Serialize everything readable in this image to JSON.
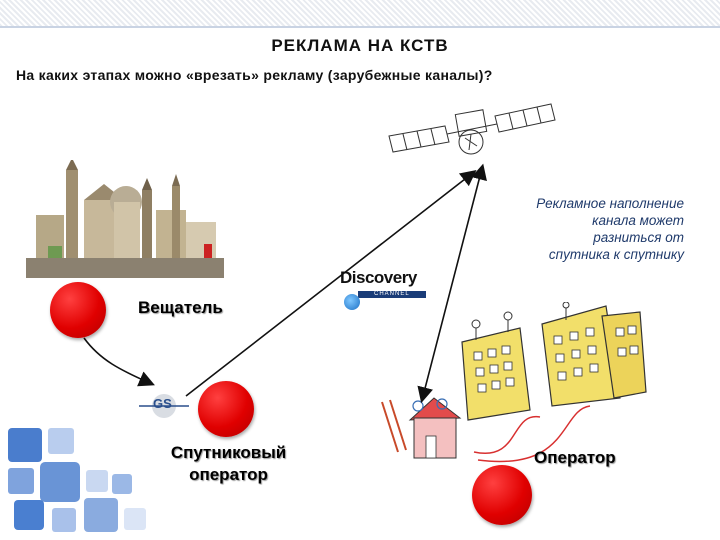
{
  "slide": {
    "title": "РЕКЛАМА НА КСТВ",
    "question": "На каких этапах можно «врезать» рекламу (зарубежные каналы)?",
    "note": "Рекламное наполнение\nканала может\nразниться от\nспутника к спутнику"
  },
  "nodes": {
    "broadcaster": "Вещатель",
    "satellite_operator": "Спутниковый\nоператор",
    "operator": "Оператор"
  },
  "logos": {
    "gs": "GS",
    "discovery": "Discovery",
    "discovery_channel": "CHANNEL"
  },
  "colors": {
    "marker_red": "#e00000",
    "note_text": "#1f3a6b",
    "deco_blue": "#2a66c4"
  }
}
